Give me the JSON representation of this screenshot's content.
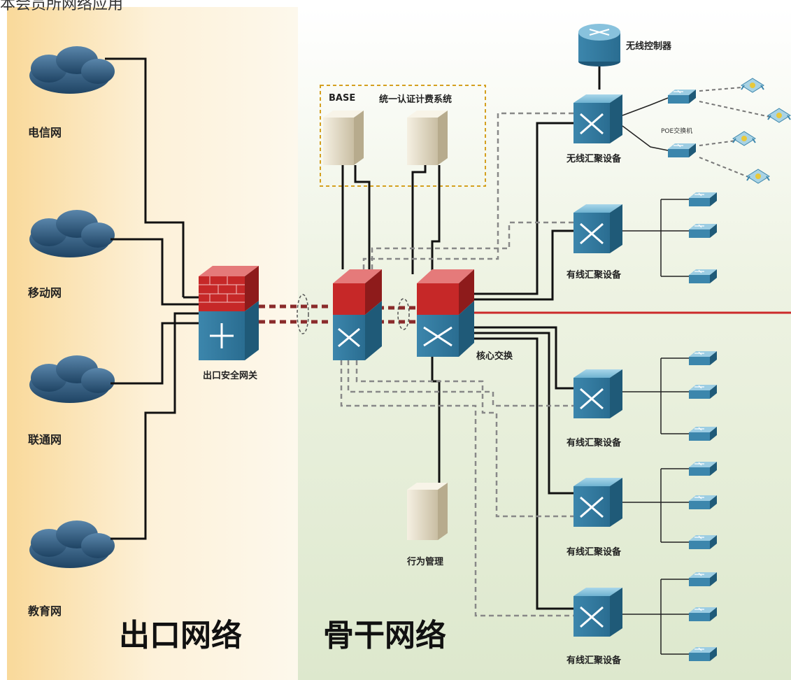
{
  "header_text": "本会员所网络应用",
  "sections": {
    "exit": "出口网络",
    "backbone": "骨干网络"
  },
  "isps": [
    {
      "label": "电信网"
    },
    {
      "label": "移动网"
    },
    {
      "label": "联通网"
    },
    {
      "label": "教育网"
    }
  ],
  "labels": {
    "gateway": "出口安全网关",
    "core": "核心交换",
    "base": "BASE",
    "auth": "统一认证计费系统",
    "wlc": "无线控制器",
    "wireless_agg": "无线汇聚设备",
    "poe": "POE交换机",
    "behavior": "行为管理",
    "wired_agg_1": "有线汇聚设备",
    "wired_agg_2": "有线汇聚设备",
    "wired_agg_3": "有线汇聚设备",
    "wired_agg_4": "有线汇聚设备"
  },
  "colors": {
    "cloud": "#2d5a7e",
    "switch": "#4f93b5",
    "firewall_top": "#d32a2a",
    "exit_bg": "#fbe6bd",
    "backbone_bg": "#e6edd9",
    "uplink": "#cc2b2b"
  }
}
